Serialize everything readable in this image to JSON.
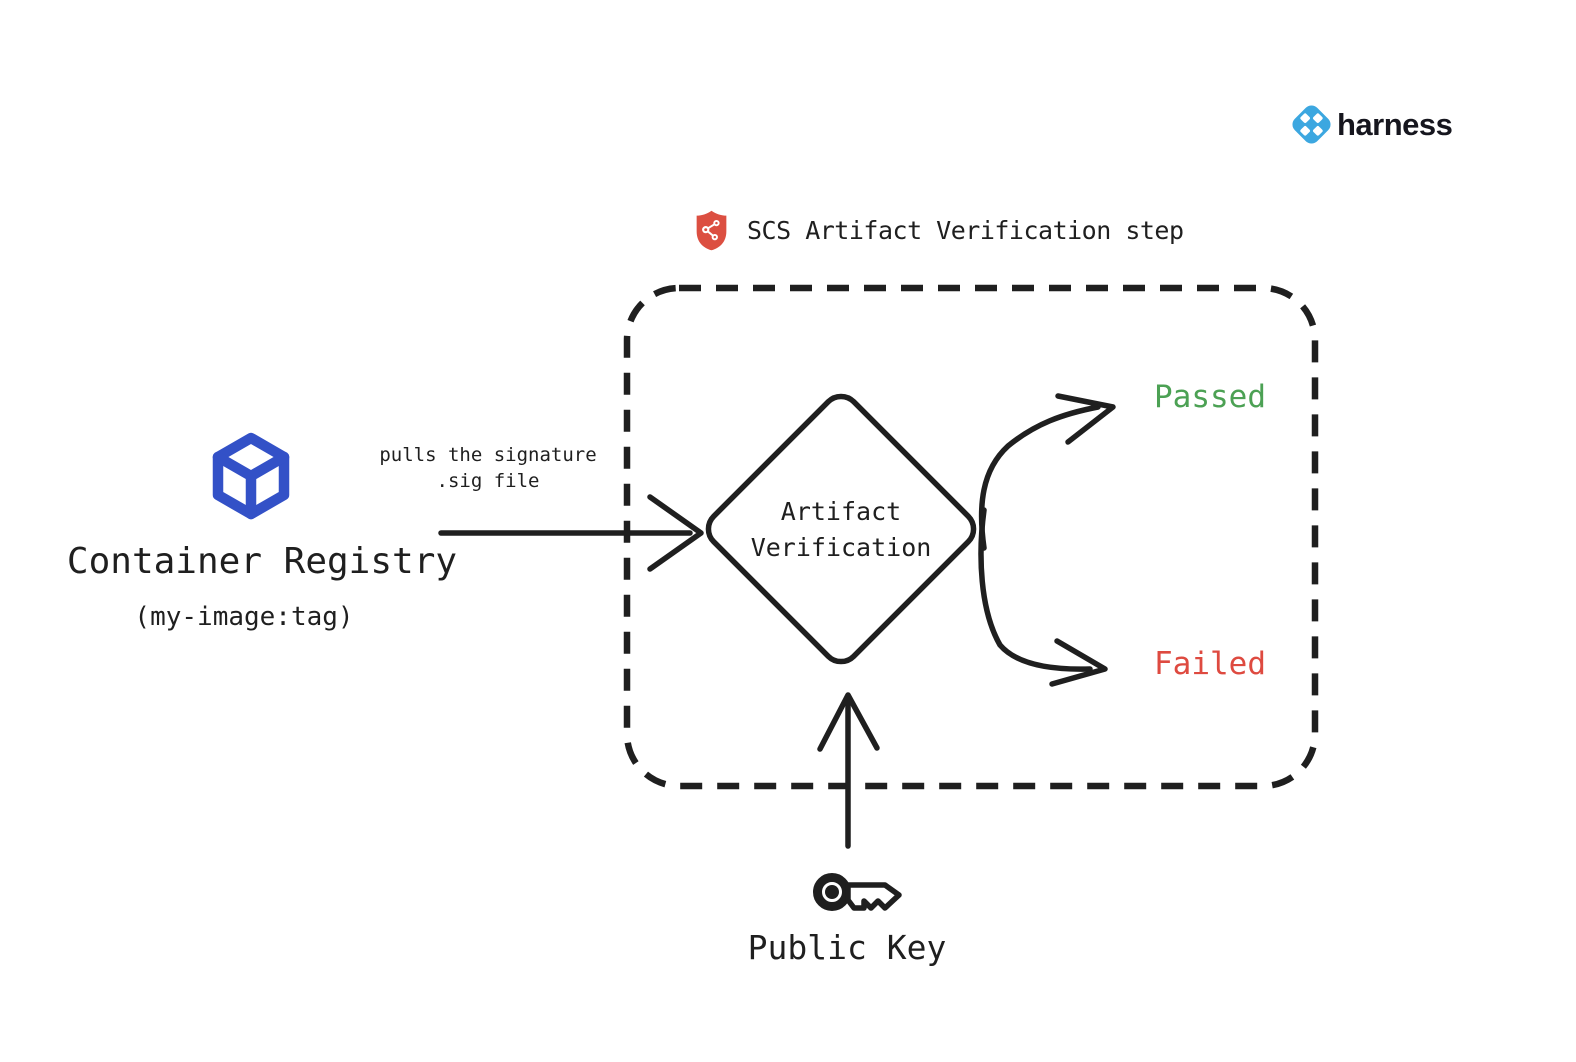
{
  "canvas": {
    "background": "#FFFFFF",
    "ink": "#1F1F1F"
  },
  "brand": {
    "name": "harness",
    "icon_color": "#3CA7E0",
    "text_color": "#16161E"
  },
  "step": {
    "title": "SCS Artifact Verification step",
    "shield_color": "#DC4F41"
  },
  "decision": {
    "line1": "Artifact",
    "line2": "Verification"
  },
  "outcomes": {
    "passed": {
      "label": "Passed",
      "color": "#4CA154"
    },
    "failed": {
      "label": "Failed",
      "color": "#DE4A40"
    }
  },
  "registry": {
    "label": "Container Registry",
    "tag": "(my-image:tag)",
    "icon_color": "#3351C7"
  },
  "pull": {
    "line1": "pulls the signature",
    "line2": ".sig file"
  },
  "public_key": {
    "label": "Public Key"
  }
}
